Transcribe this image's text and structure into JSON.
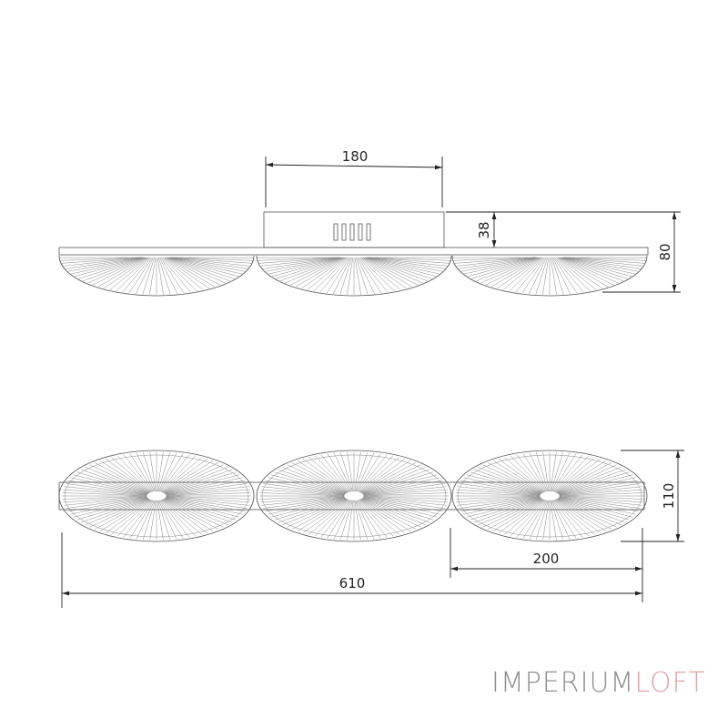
{
  "dimensions": {
    "box_width": "180",
    "box_height": "38",
    "total_height": "80",
    "fixture_depth": "110",
    "shade_diameter": "200",
    "total_length": "610"
  },
  "logo": {
    "part1": "IMPERIUM",
    "part2": "LOFT",
    "color1": "#8f8f8f",
    "color2": "#e3a1a4"
  },
  "colors": {
    "line": "#555555",
    "dimension": "#222222"
  }
}
